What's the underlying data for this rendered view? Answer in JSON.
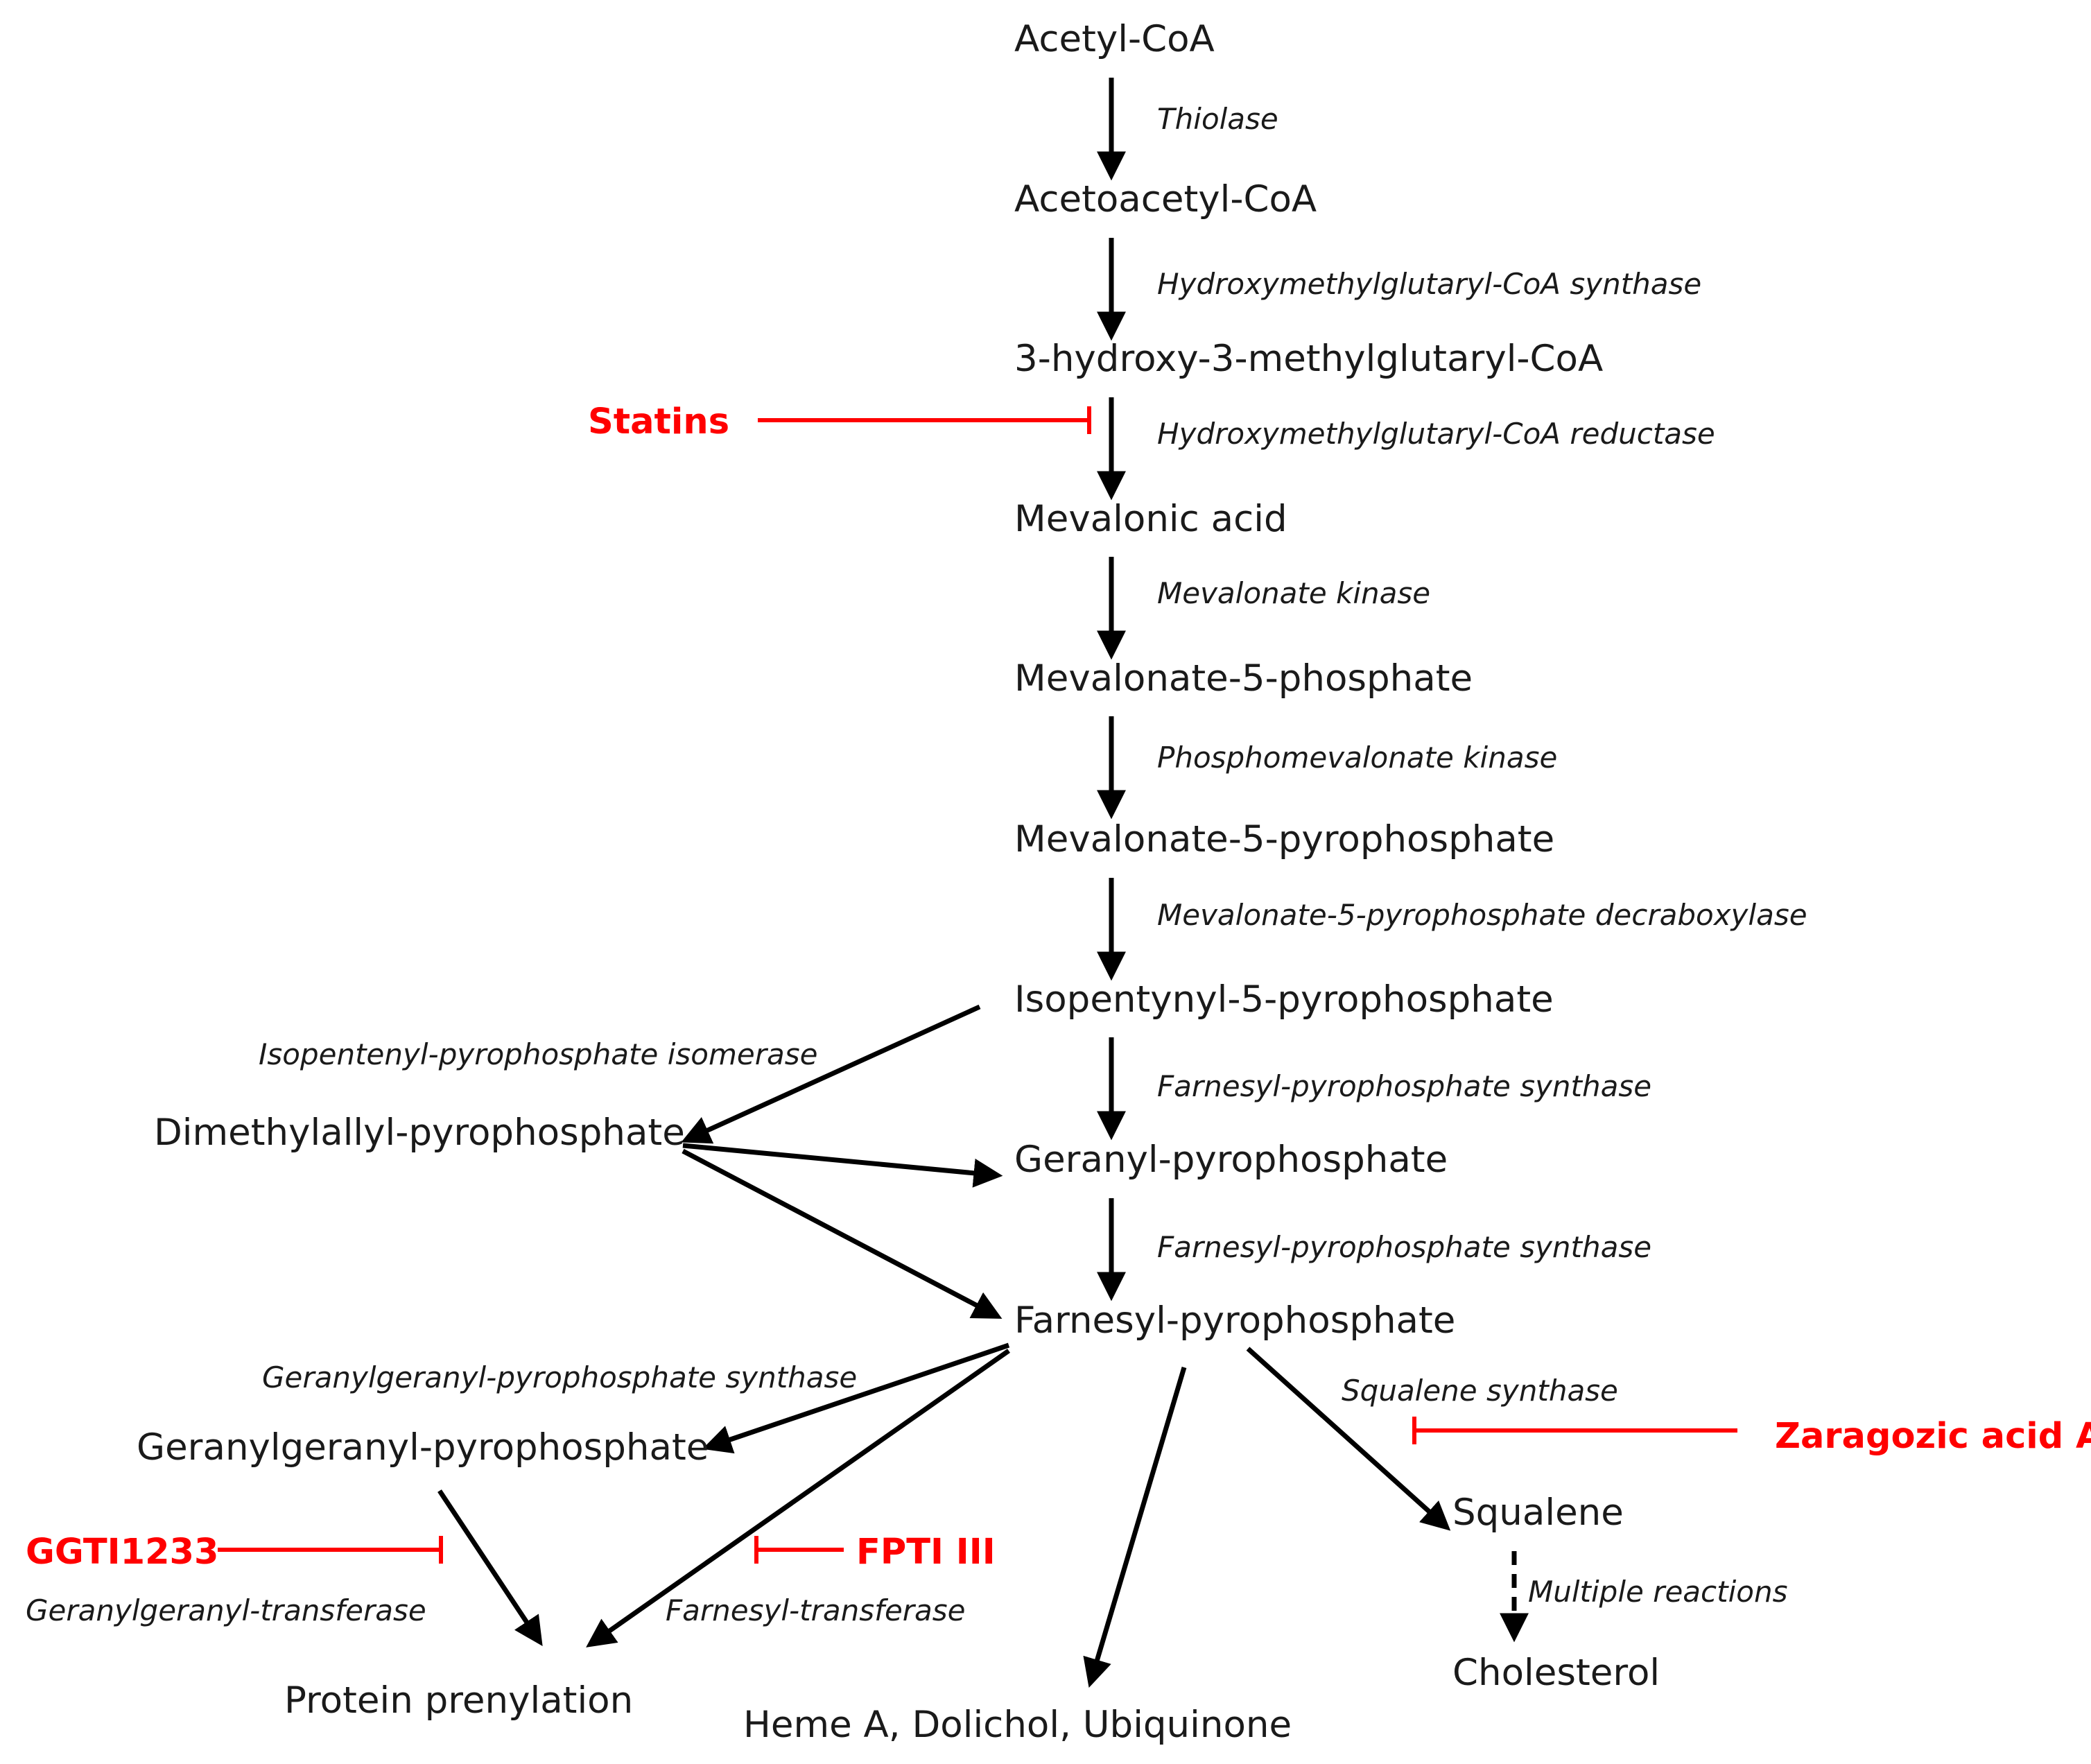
{
  "colors": {
    "text": "#1a1a1a",
    "arrow": "#000000",
    "inhibitor": "#ff0000"
  },
  "metabolites": {
    "acetyl_coa": "Acetyl-CoA",
    "acetoacetyl_coa": "Acetoacetyl-CoA",
    "hmg_coa": "3-hydroxy-3-methylglutaryl-CoA",
    "mevalonic_acid": "Mevalonic acid",
    "mevalonate_5_phosphate": "Mevalonate-5-phosphate",
    "mevalonate_5_pyrophosphate": "Mevalonate-5-pyrophosphate",
    "isopentenyl_pp": "Isopentynyl-5-pyrophosphate",
    "dimethylallyl_pp": "Dimethylallyl-pyrophosphate",
    "geranyl_pp": "Geranyl-pyrophosphate",
    "farnesyl_pp": "Farnesyl-pyrophosphate",
    "geranylgeranyl_pp": "Geranylgeranyl-pyrophosphate",
    "squalene": "Squalene",
    "cholesterol": "Cholesterol",
    "protein_prenylation": "Protein prenylation",
    "heme_dolichol_ubiquinone": "Heme A, Dolichol, Ubiquinone"
  },
  "enzymes": {
    "thiolase": "Thiolase",
    "hmg_coa_synthase": "Hydroxymethylglutaryl-CoA synthase",
    "hmg_coa_reductase": "Hydroxymethylglutaryl-CoA reductase",
    "mevalonate_kinase": "Mevalonate kinase",
    "phosphomevalonate_kinase": "Phosphomevalonate kinase",
    "mvd": "Mevalonate-5-pyrophosphate decraboxylase",
    "ipp_isomerase": "Isopentenyl-pyrophosphate isomerase",
    "fpps_1": "Farnesyl-pyrophosphate synthase",
    "fpps_2": "Farnesyl-pyrophosphate synthase",
    "ggpps": "Geranylgeranyl-pyrophosphate synthase",
    "squalene_synthase": "Squalene synthase",
    "multiple_reactions": "Multiple reactions",
    "gg_transferase": "Geranylgeranyl-transferase",
    "farnesyl_transferase": "Farnesyl-transferase"
  },
  "inhibitors": {
    "statins": "Statins",
    "zaragozic_acid": "Zaragozic acid A",
    "ggti": "GGTI1233",
    "fpti": "FPTI III"
  }
}
